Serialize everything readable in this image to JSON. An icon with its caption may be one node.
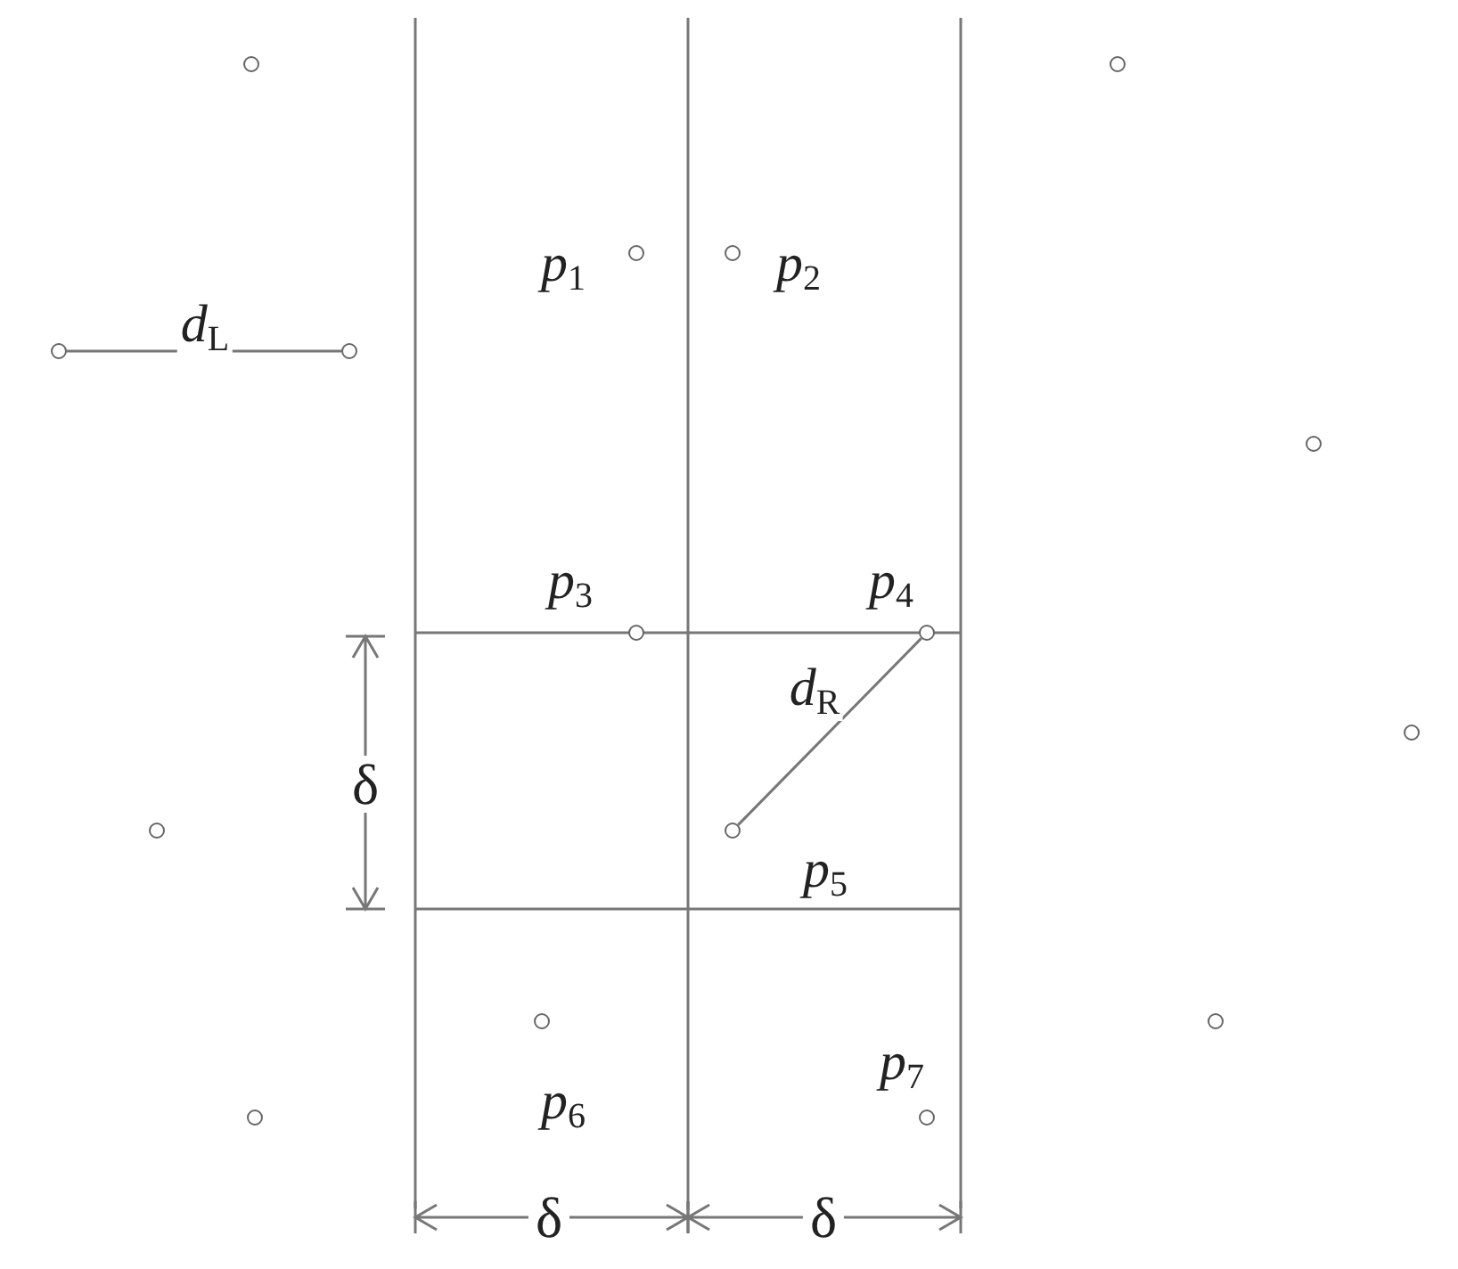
{
  "diagram": {
    "nodes": [
      {
        "text": [],
        "shape": "circle"
      },
      {
        "text": [],
        "shape": "circle"
      },
      {
        "text": [],
        "shape": "circle",
        "beside": [
          "*p*$_{1}$"
        ]
      },
      {
        "text": [],
        "shape": "circle",
        "beside": [
          "*p*$_{2}$"
        ]
      },
      {
        "text": [],
        "shape": "circle"
      },
      {
        "text": [],
        "shape": "circle"
      },
      {
        "text": [],
        "shape": "circle"
      },
      {
        "text": [],
        "shape": "circle",
        "beside": [
          "*p*$_{3}$"
        ]
      },
      {
        "text": [],
        "shape": "circle",
        "beside": [
          "*p*$_{4}$"
        ]
      },
      {
        "text": [],
        "shape": "circle"
      },
      {
        "text": [],
        "shape": "circle"
      },
      {
        "text": [],
        "shape": "circle",
        "beside": [
          "*p*$_{5}$"
        ]
      },
      {
        "text": [],
        "shape": "circle"
      },
      {
        "text": [],
        "shape": "circle",
        "beside": [
          "*p*$_{6}$"
        ]
      },
      {
        "text": [],
        "shape": "circle"
      },
      {
        "text": [],
        "shape": "circle",
        "beside": [
          "*p*$_{7}$"
        ]
      }
    ],
    "edges": [
      {
        "from": 4,
        "to": 5,
        "arrow": "none",
        "label": "*d*$_{L}$"
      },
      {
        "from": 8,
        "to": 11,
        "arrow": "none",
        "label": "*d*$_{R}$"
      }
    ],
    "labels": [
      "δ",
      "δ",
      "δ"
    ]
  }
}
